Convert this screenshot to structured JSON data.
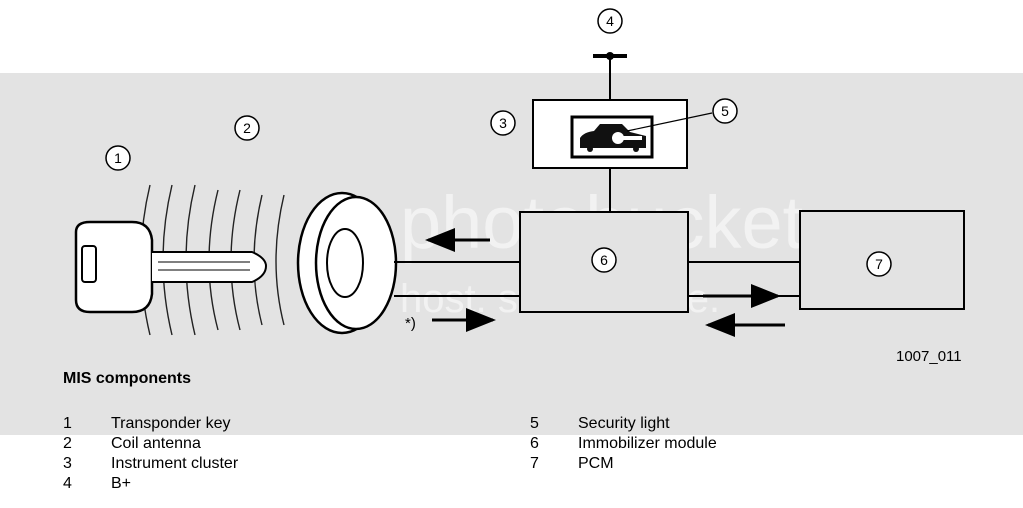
{
  "figure_id": "1007_011",
  "title": "MIS components",
  "callouts": [
    "1",
    "2",
    "3",
    "4",
    "5",
    "6",
    "7"
  ],
  "annotation": "*)",
  "watermark": {
    "line1": "photobucket",
    "line2": "host. store. share."
  },
  "legend_left": [
    {
      "num": "1",
      "label": "Transponder key"
    },
    {
      "num": "2",
      "label": "Coil antenna"
    },
    {
      "num": "3",
      "label": "Instrument cluster"
    },
    {
      "num": "4",
      "label": "B+"
    }
  ],
  "legend_right": [
    {
      "num": "5",
      "label": "Security light"
    },
    {
      "num": "6",
      "label": "Immobilizer module"
    },
    {
      "num": "7",
      "label": "PCM"
    }
  ]
}
